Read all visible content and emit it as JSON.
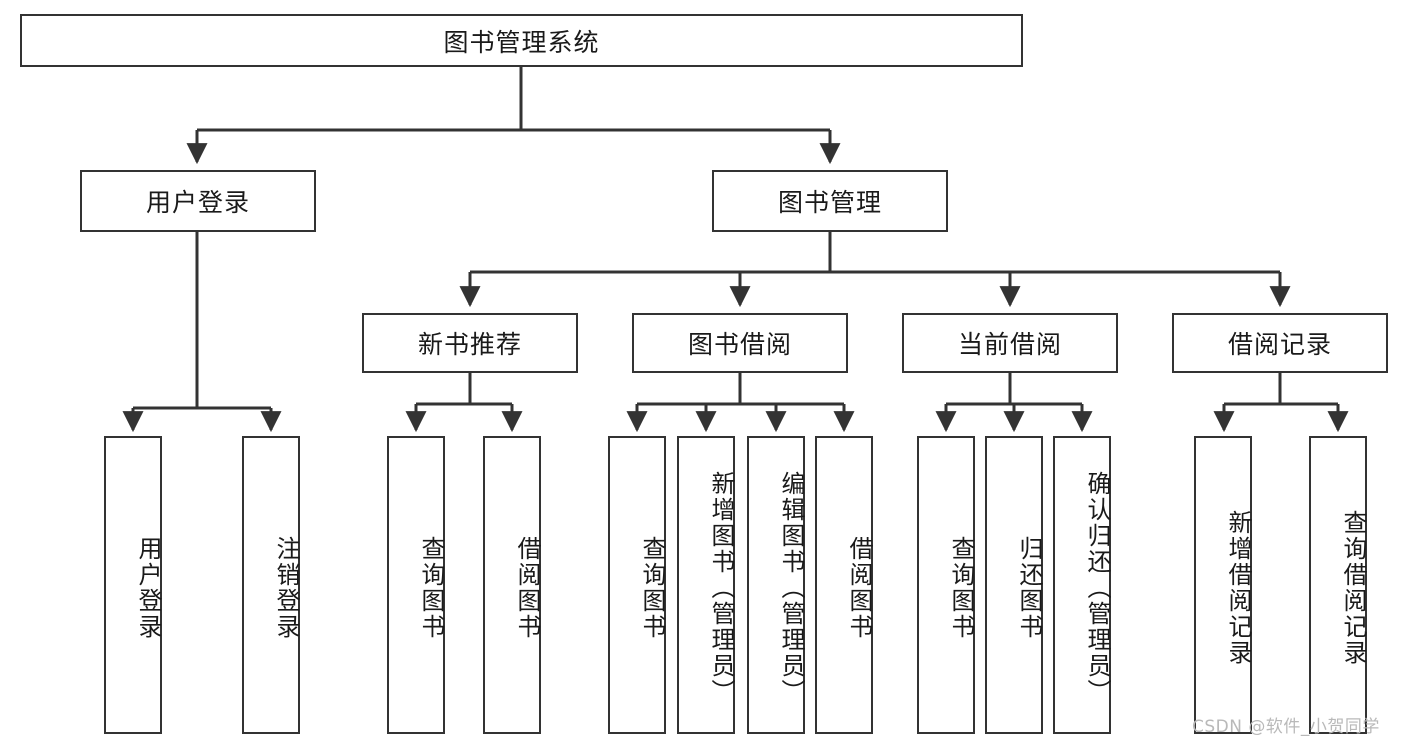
{
  "diagram": {
    "title": "图书管理系统",
    "type": "tree-hierarchy-chart",
    "root": {
      "id": "root",
      "label": "图书管理系统"
    },
    "level2": [
      {
        "id": "user-login",
        "label": "用户登录"
      },
      {
        "id": "book-manage",
        "label": "图书管理"
      }
    ],
    "level3": [
      {
        "id": "new-book-recommend",
        "label": "新书推荐"
      },
      {
        "id": "book-borrow",
        "label": "图书借阅"
      },
      {
        "id": "current-borrow",
        "label": "当前借阅"
      },
      {
        "id": "borrow-record",
        "label": "借阅记录"
      }
    ],
    "leaves": [
      {
        "id": "leaf-user-login",
        "label": "用户登录",
        "parent": "user-login"
      },
      {
        "id": "leaf-logout-login",
        "label": "注销登录",
        "parent": "user-login"
      },
      {
        "id": "leaf-query-book-1",
        "label": "查询图书",
        "parent": "new-book-recommend"
      },
      {
        "id": "leaf-borrow-book-1",
        "label": "借阅图书",
        "parent": "new-book-recommend"
      },
      {
        "id": "leaf-query-book-2",
        "label": "查询图书",
        "parent": "book-borrow"
      },
      {
        "id": "leaf-add-book",
        "label": "新增图书（管理员）",
        "parent": "book-borrow"
      },
      {
        "id": "leaf-edit-book",
        "label": "编辑图书（管理员）",
        "parent": "book-borrow"
      },
      {
        "id": "leaf-borrow-book-2",
        "label": "借阅图书",
        "parent": "book-borrow"
      },
      {
        "id": "leaf-query-book-3",
        "label": "查询图书",
        "parent": "current-borrow"
      },
      {
        "id": "leaf-return-book",
        "label": "归还图书",
        "parent": "current-borrow"
      },
      {
        "id": "leaf-confirm-return",
        "label": "确认归还（管理员）",
        "parent": "current-borrow"
      },
      {
        "id": "leaf-add-record",
        "label": "新增借阅记录",
        "parent": "borrow-record"
      },
      {
        "id": "leaf-query-record",
        "label": "查询借阅记录",
        "parent": "borrow-record"
      }
    ],
    "colors": {
      "border": "#333333",
      "background": "#ffffff",
      "text": "#1a1a1a",
      "watermark": "#b9b9b9"
    }
  },
  "watermark": {
    "text": "CSDN @软件_小贺同学"
  }
}
